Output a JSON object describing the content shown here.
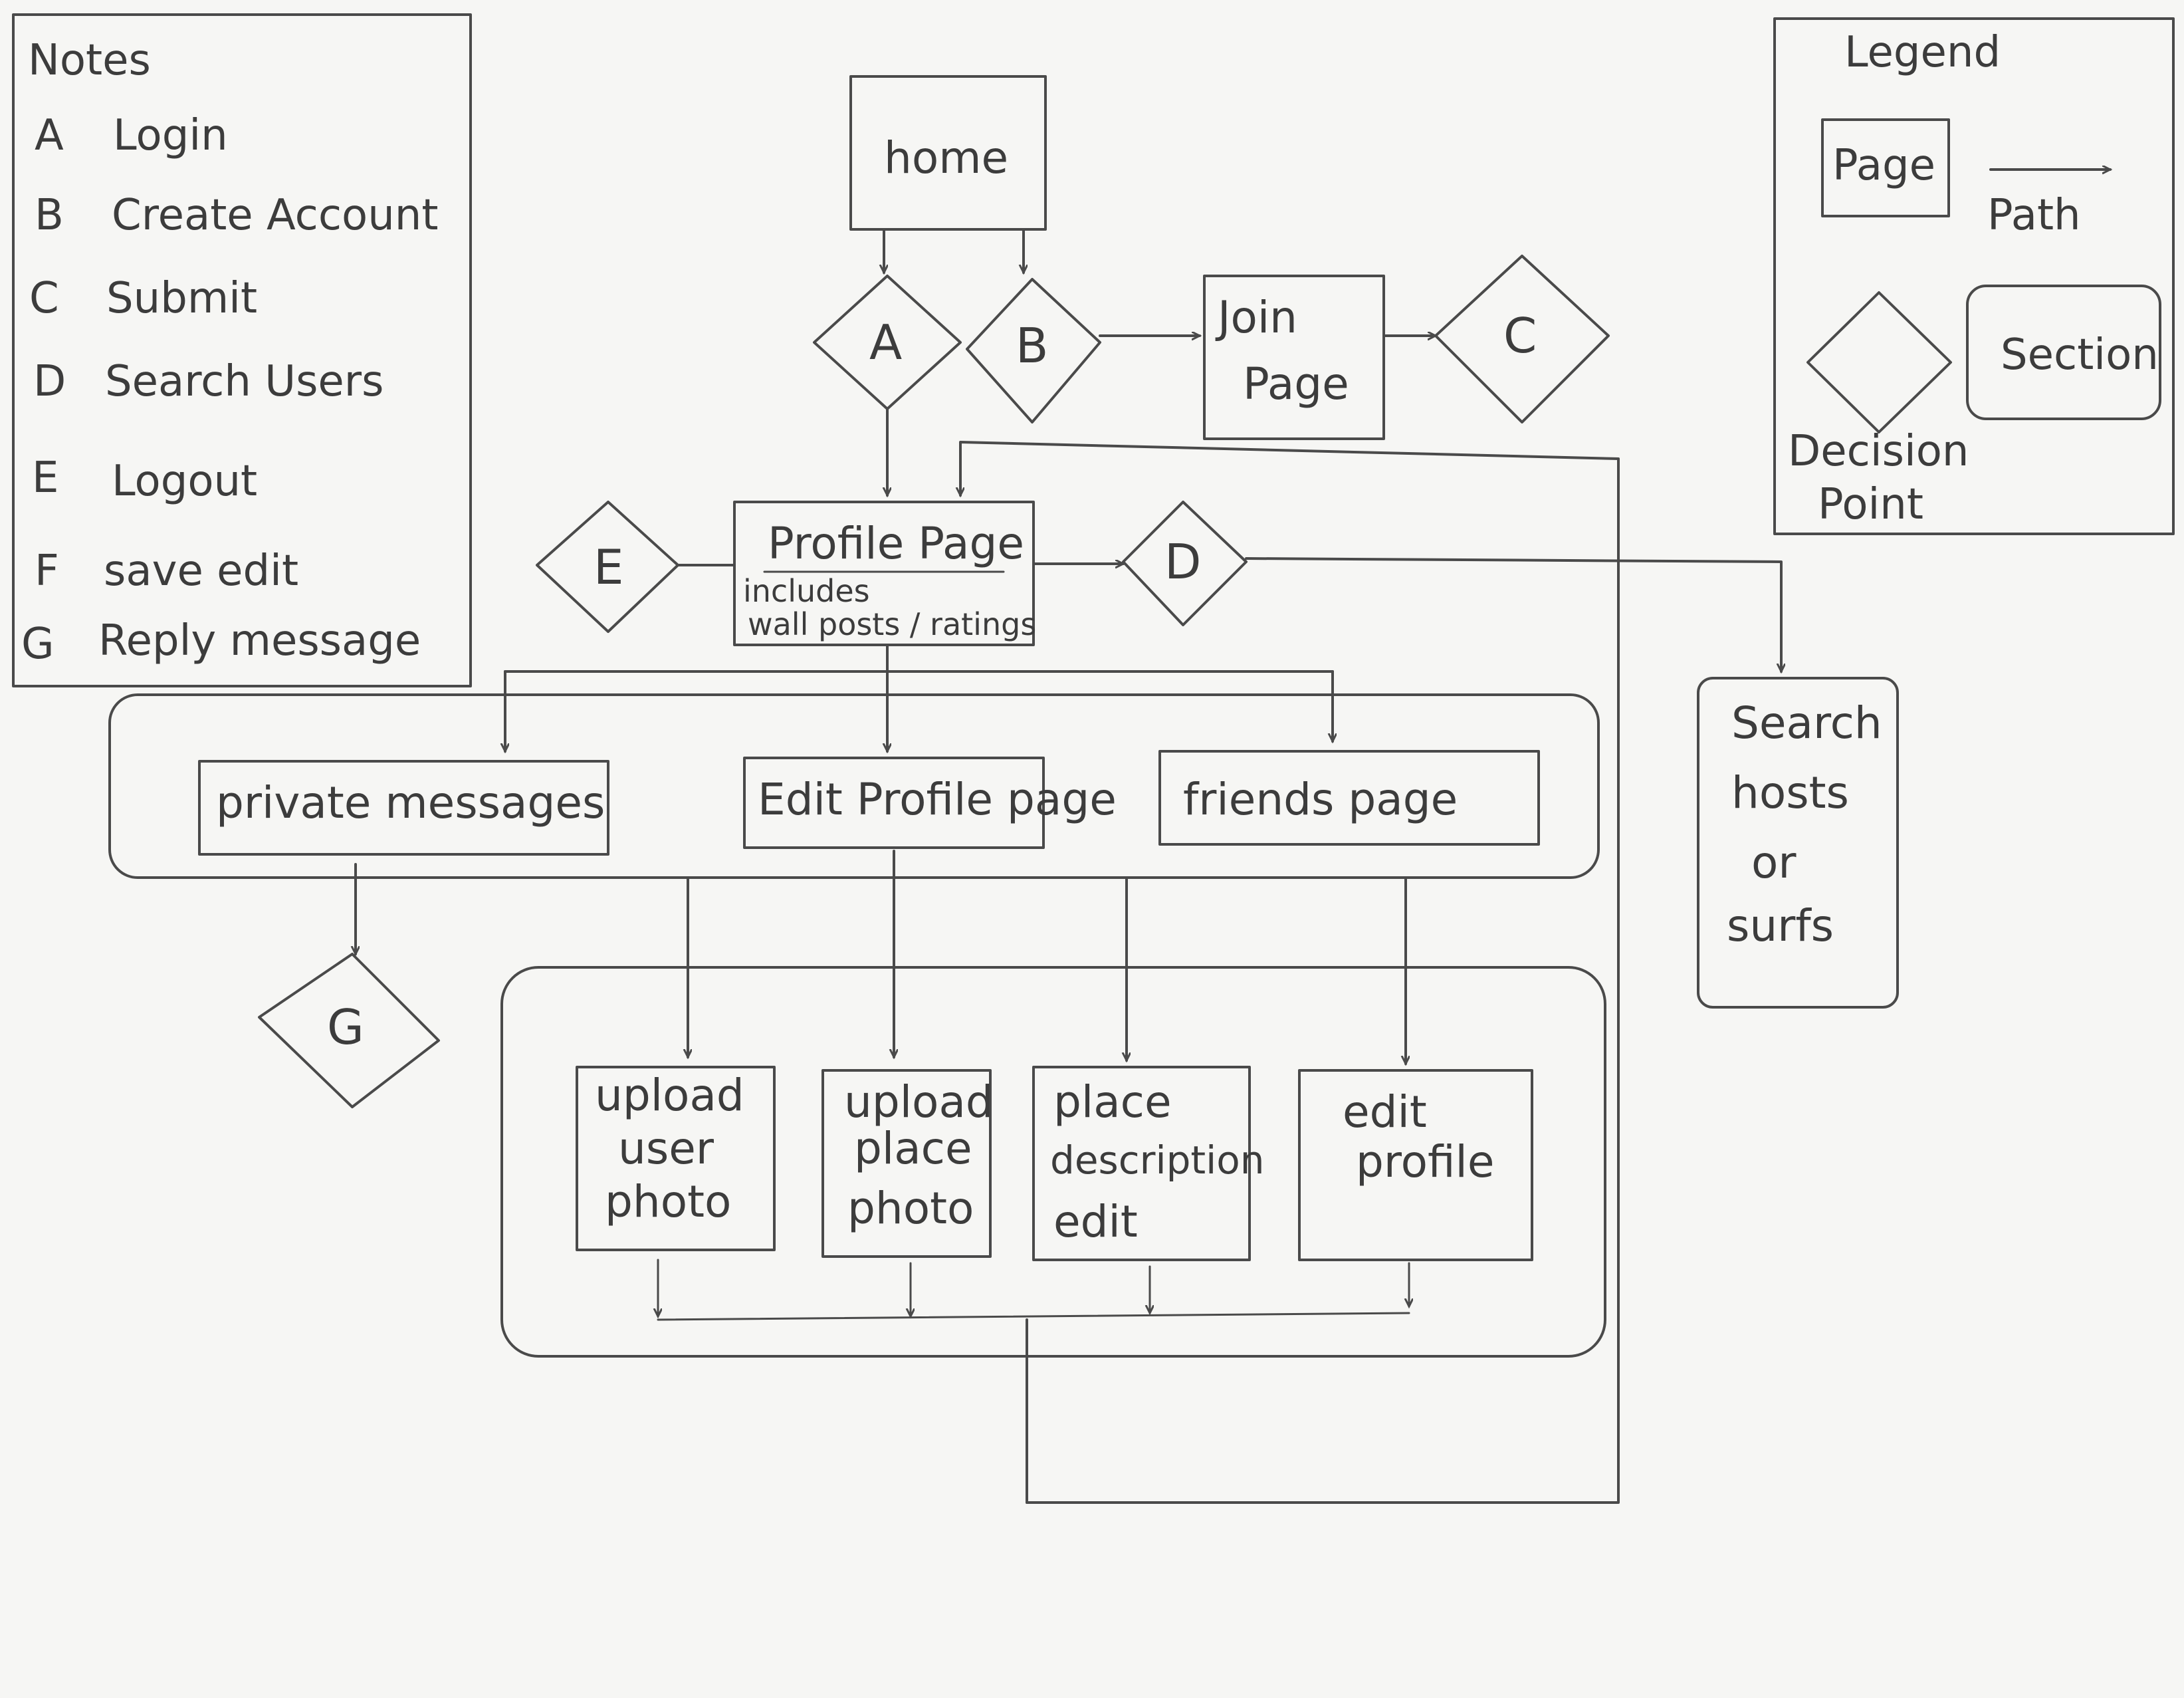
{
  "notes": {
    "title": "Notes",
    "items": [
      {
        "key": "A",
        "text": "Login"
      },
      {
        "key": "B",
        "text": "Create Account"
      },
      {
        "key": "C",
        "text": "Submit"
      },
      {
        "key": "D",
        "text": "Search Users"
      },
      {
        "key": "E",
        "text": "Logout"
      },
      {
        "key": "F",
        "text": "save edit"
      },
      {
        "key": "G",
        "text": "Reply message"
      }
    ]
  },
  "legend": {
    "title": "Legend",
    "page": "Page",
    "path": "Path",
    "section": "Section",
    "decision_line1": "Decision",
    "decision_line2": "Point"
  },
  "pages": {
    "home": "home",
    "join_line1": "Join",
    "join_line2": "Page",
    "profile_title": "Profile Page",
    "profile_sub1": "includes",
    "profile_sub2": "wall posts / ratings",
    "private_messages": "private messages",
    "edit_profile_page": "Edit Profile page",
    "friends_page": "friends page",
    "search_line1": "Search",
    "search_line2": "hosts",
    "search_line3": "or",
    "search_line4": "surfs",
    "upload_user": [
      "upload",
      "user",
      "photo"
    ],
    "upload_place": [
      "upload",
      "place",
      "photo"
    ],
    "place_desc": [
      "place",
      "description",
      "edit"
    ],
    "edit_profile": [
      "edit",
      "profile"
    ]
  },
  "decisions": {
    "a": "A",
    "b": "B",
    "c": "C",
    "d": "D",
    "e": "E",
    "g": "G"
  },
  "colors": {
    "paper": "#f6f6f4",
    "pencil": "#4a4a4a"
  }
}
